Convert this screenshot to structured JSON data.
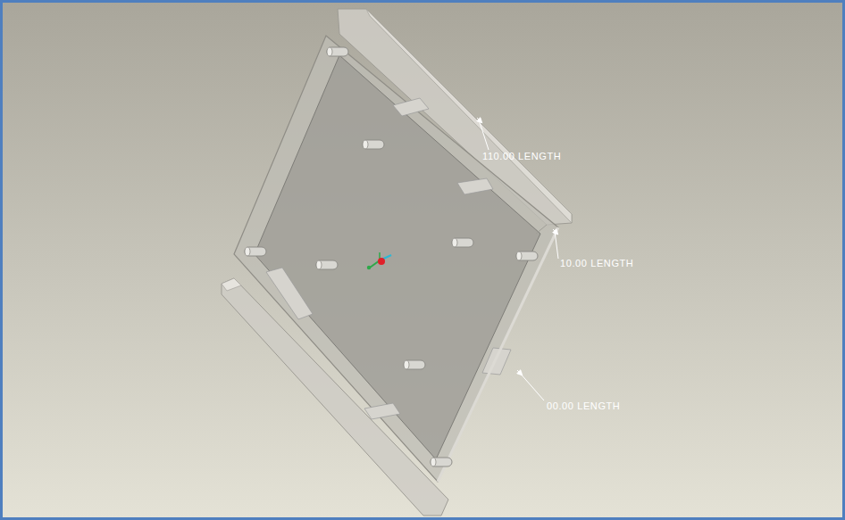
{
  "diagram": {
    "labels": [
      "110.00 LENGTH",
      "10.00 LENGTH",
      "00.00 LENGTH"
    ]
  }
}
